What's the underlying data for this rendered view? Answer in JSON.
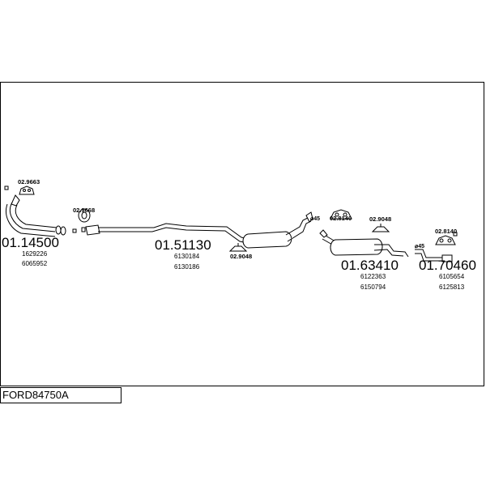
{
  "diagram_title": "FORD84750A",
  "parts": [
    {
      "number": "01.14500",
      "oem": [
        "1629226",
        "6065952"
      ]
    },
    {
      "number": "01.51130",
      "oem": [
        "6130184",
        "6130186"
      ]
    },
    {
      "number": "01.63410",
      "oem": [
        "6122363",
        "6150794"
      ]
    },
    {
      "number": "01.70460",
      "oem": [
        "6105654",
        "6125813"
      ]
    }
  ],
  "accessories": [
    {
      "number": "02.9663"
    },
    {
      "number": "02.9668"
    },
    {
      "number": "02.9048"
    },
    {
      "number": "02.8140"
    },
    {
      "number": "02.9048"
    },
    {
      "number": "02.8140"
    }
  ],
  "angle_labels": [
    "⌀45",
    "⌀45"
  ],
  "colors": {
    "line": "#000000",
    "background": "#ffffff"
  }
}
